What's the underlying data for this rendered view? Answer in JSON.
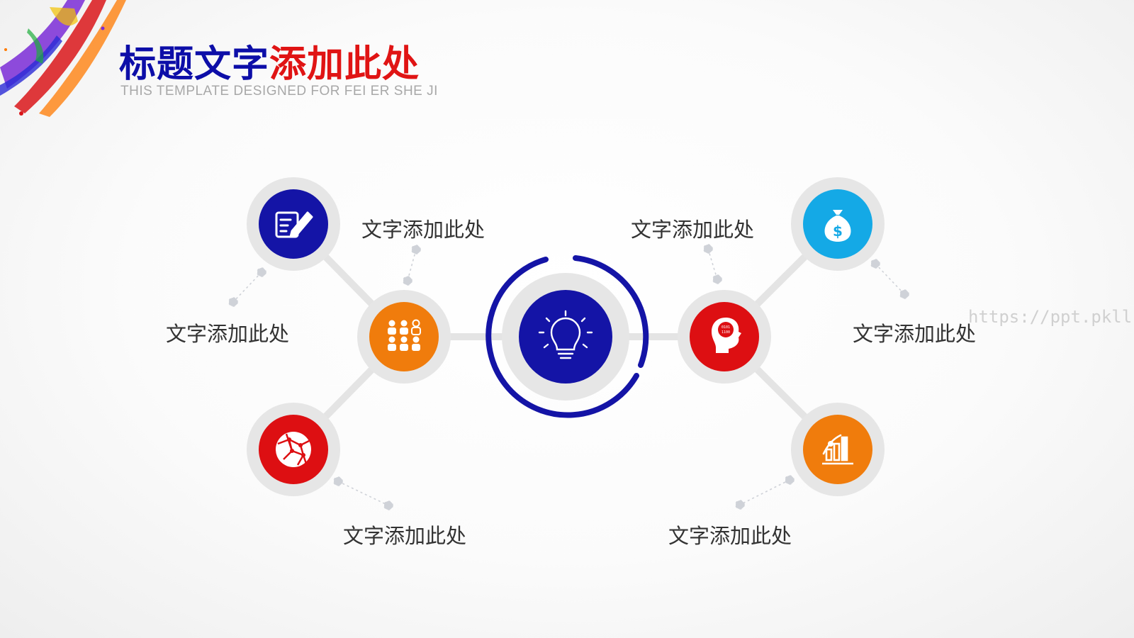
{
  "title": {
    "part1": "标题文字",
    "part2": "添加此处"
  },
  "subtitle": "THIS TEMPLATE DESIGNED FOR FEI ER SHE JI",
  "watermark": "https://ppt.pkll.de",
  "colors": {
    "blue": "#1414a6",
    "orange": "#f07c0c",
    "red": "#dd0f12",
    "cyan": "#14a9e6",
    "ring": "#e6e6e6",
    "connector": "#e4e4e4",
    "dot": "#cfd2d8"
  },
  "center_node": {
    "icon": "lightbulb-icon"
  },
  "nodes": [
    {
      "id": "edit",
      "icon": "edit-document-icon",
      "color": "blue",
      "label": "文字添加此处"
    },
    {
      "id": "team",
      "icon": "people-group-icon",
      "color": "orange",
      "label": "文字添加此处"
    },
    {
      "id": "network",
      "icon": "globe-network-icon",
      "color": "red",
      "label": "文字添加此处"
    },
    {
      "id": "money",
      "icon": "money-bag-icon",
      "color": "cyan",
      "label": "文字添加此处"
    },
    {
      "id": "mind",
      "icon": "head-binary-icon",
      "color": "red",
      "label": "文字添加此处"
    },
    {
      "id": "growth",
      "icon": "bar-chart-icon",
      "color": "orange",
      "label": "文字添加此处"
    }
  ]
}
